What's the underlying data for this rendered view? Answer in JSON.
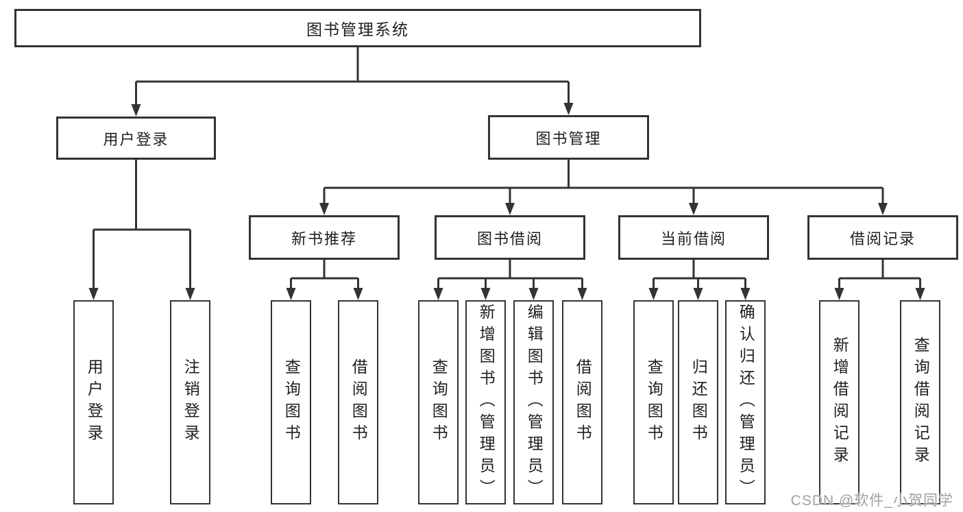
{
  "diagram_title": "图书管理系统",
  "tree": {
    "root": {
      "label": "图书管理系统"
    },
    "branches": [
      {
        "label": "用户登录",
        "leaves": [
          {
            "label": "用户登录"
          },
          {
            "label": "注销登录"
          }
        ]
      },
      {
        "label": "图书管理",
        "sections": [
          {
            "label": "新书推荐",
            "leaves": [
              {
                "label": "查询图书"
              },
              {
                "label": "借阅图书"
              }
            ]
          },
          {
            "label": "图书借阅",
            "leaves": [
              {
                "label": "查询图书"
              },
              {
                "label": "新增图书（管理员）"
              },
              {
                "label": "编辑图书（管理员）"
              },
              {
                "label": "借阅图书"
              }
            ]
          },
          {
            "label": "当前借阅",
            "leaves": [
              {
                "label": "查询图书"
              },
              {
                "label": "归还图书"
              },
              {
                "label": "确认归还（管理员）"
              }
            ]
          },
          {
            "label": "借阅记录",
            "leaves": [
              {
                "label": "新增借阅记录"
              },
              {
                "label": "查询借阅记录"
              }
            ]
          }
        ]
      }
    ]
  },
  "watermark": {
    "text": "CSDN @软件_小贺同学",
    "color": "#a0a0a0"
  },
  "colors": {
    "line": "#333333",
    "node_border": "#333333",
    "node_text": "#1f1f1f",
    "background": "#ffffff"
  }
}
